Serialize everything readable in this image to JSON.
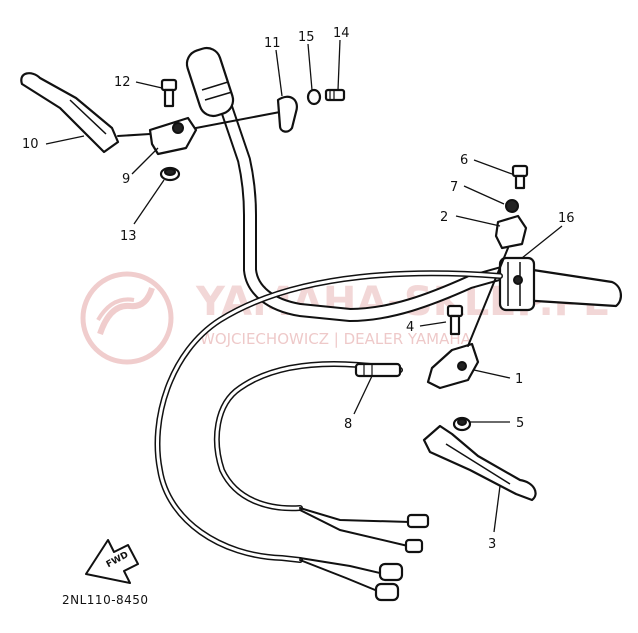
{
  "diagram": {
    "callouts": {
      "c1": "1",
      "c2": "2",
      "c3": "3",
      "c4": "4",
      "c5": "5",
      "c6": "6",
      "c7": "7",
      "c8": "8",
      "c9": "9",
      "c10": "10",
      "c11": "11",
      "c12": "12",
      "c13": "13",
      "c14": "14",
      "c15": "15",
      "c16": "16"
    },
    "fwd_label": "FWD",
    "drawing_code": "2NL110-8450"
  },
  "watermark": {
    "brand": "YAMAHA-SKLEP.PL",
    "dealer": "WOJCIECHOWICZ | DEALER YAMAHA",
    "color": "#e9b8b8"
  }
}
